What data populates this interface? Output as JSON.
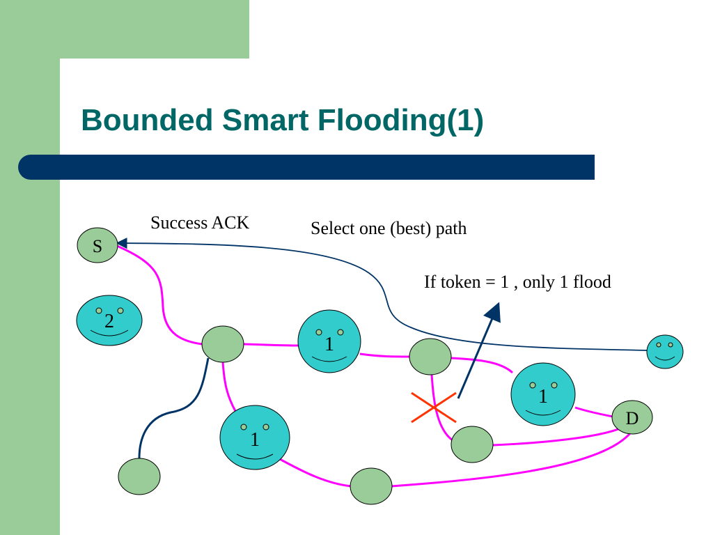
{
  "slide": {
    "title": "Bounded Smart Flooding(1)",
    "colors": {
      "accent_green": "#99cc99",
      "title_teal": "#006666",
      "bar_navy": "#003366",
      "node_green": "#99cc99",
      "face_cyan": "#33cccc",
      "link_magenta": "#ff00ff",
      "ack_navy": "#003366",
      "blocked_x": "#ff3300"
    }
  },
  "diagram": {
    "nodes": {
      "source_label": "S",
      "destination_label": "D",
      "face_token_2": "2",
      "face_token_a": "1",
      "face_token_b": "1",
      "face_token_c": "1"
    },
    "annotations": {
      "success_ack": "Success ACK",
      "select_path": "Select one (best) path",
      "token_rule": "If token = 1 , only 1 flood"
    }
  }
}
